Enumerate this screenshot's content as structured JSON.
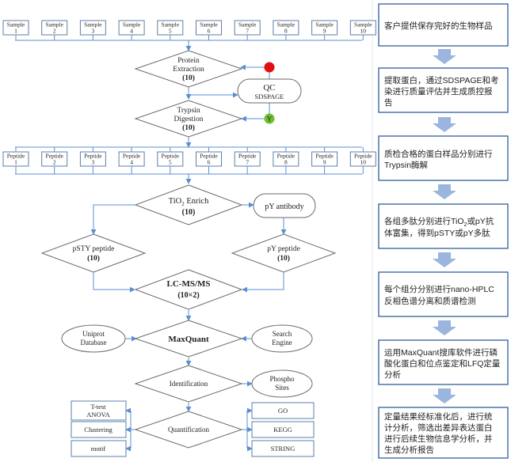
{
  "samples": [
    {
      "label": "Sample",
      "num": "1"
    },
    {
      "label": "Sample",
      "num": "2"
    },
    {
      "label": "Sample",
      "num": "3"
    },
    {
      "label": "Sample",
      "num": "4"
    },
    {
      "label": "Sample",
      "num": "5"
    },
    {
      "label": "Sample",
      "num": "6"
    },
    {
      "label": "Sample",
      "num": "7"
    },
    {
      "label": "Sample",
      "num": "8"
    },
    {
      "label": "Sample",
      "num": "9"
    },
    {
      "label": "Sample",
      "num": "10"
    }
  ],
  "peptides": [
    {
      "label": "Peptide",
      "num": "1"
    },
    {
      "label": "Peptide",
      "num": "2"
    },
    {
      "label": "Peptide",
      "num": "3"
    },
    {
      "label": "Peptide",
      "num": "4"
    },
    {
      "label": "Peptide",
      "num": "5"
    },
    {
      "label": "Peptide",
      "num": "6"
    },
    {
      "label": "Peptide",
      "num": "7"
    },
    {
      "label": "Peptide",
      "num": "8"
    },
    {
      "label": "Peptide",
      "num": "9"
    },
    {
      "label": "Peptide",
      "num": "10"
    }
  ],
  "protein_extraction": {
    "line1": "Protein",
    "line2": "Extraction",
    "count": "(10)"
  },
  "qc": {
    "title": "QC",
    "subtitle": "SDSPAGE",
    "pass": "Y"
  },
  "trypsin": {
    "line1": "Trypsin",
    "line2": "Digestion",
    "count": "(10)"
  },
  "tio2": {
    "prefix": "TiO",
    "sub": "2",
    "suffix": " Enrich",
    "count": "(10)"
  },
  "py_antibody": "pY antibody",
  "psty": {
    "line1": "pSTY peptide",
    "count": "(10)"
  },
  "py_peptide": {
    "line1": "pY peptide",
    "count": "(10)"
  },
  "lcms": {
    "line1": "LC-MS/MS",
    "count": "(10×2)"
  },
  "maxquant": "MaxQuant",
  "uniprot": {
    "line1": "Uniprot",
    "line2": "Database"
  },
  "search_engine": {
    "line1": "Search",
    "line2": "Engine"
  },
  "identification": "Identification",
  "phospho": {
    "line1": "Phospho",
    "line2": "Sites"
  },
  "quantification": "Quantification",
  "left_tools": [
    {
      "line1": "T-test",
      "line2": "ANOVA"
    },
    {
      "line1": "Clustering",
      "line2": ""
    },
    {
      "line1": "motif",
      "line2": ""
    }
  ],
  "right_tools": [
    "GO",
    "KEGG",
    "STRING"
  ],
  "steps": [
    {
      "line1": "客户提供保存完好的生物样品",
      "line2": "",
      "line3": ""
    },
    {
      "line1": "提取蛋白，通过SDSPAGE和考",
      "line2": "染进行质量评估并生成质控报",
      "line3": "告"
    },
    {
      "line1": "质检合格的蛋白样品分别进行",
      "line2": "Trypsin酶解",
      "line3": ""
    },
    {
      "line1": "各组多肽分别进行TiO",
      "line1_sub": "2",
      "line1_tail": "或pY抗",
      "line2": "体富集，得到pSTY或pY多肽",
      "line3": ""
    },
    {
      "line1": "每个组分分别进行nano-HPLC",
      "line2": "反相色谱分离和质谱检测",
      "line3": ""
    },
    {
      "line1": "运用MaxQuant搜库软件进行磷",
      "line2": "酸化蛋白和位点鉴定和LFQ定量",
      "line3": "分析"
    },
    {
      "line1": "定量结果经标准化后，进行统",
      "line2": "计分析，筛选出差异表达蛋白",
      "line3": "进行后续生物信息学分析，并",
      "line4": "生成分析报告"
    }
  ],
  "colors": {
    "connector": "#5b8fd4",
    "box_border": "#5b7fa8",
    "qc_fail": "#e01010",
    "qc_pass": "#6cc02c",
    "down_arrow": "#9ab5de",
    "step_border": "#2f5f9a"
  }
}
